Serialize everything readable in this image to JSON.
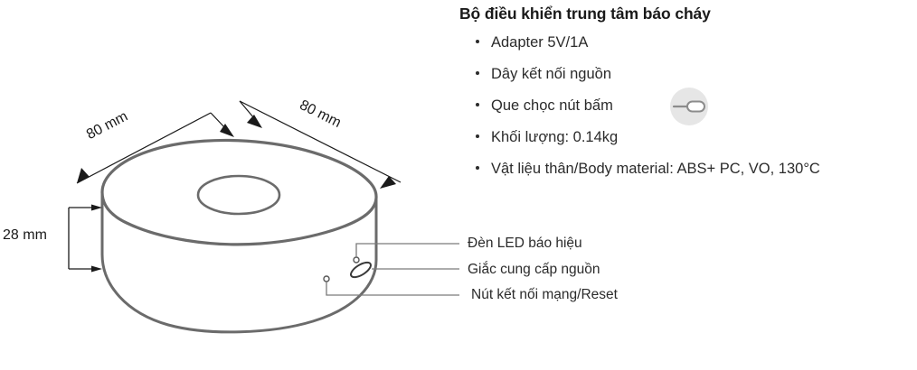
{
  "document": {
    "kind": "product-dimension-diagram",
    "background_color": "#ffffff"
  },
  "spec_panel": {
    "title": "Bộ điều khiển trung tâm báo cháy",
    "items": [
      {
        "text": "Adapter 5V/1A",
        "has_icon": false
      },
      {
        "text": "Dây kết nối nguồn",
        "has_icon": false
      },
      {
        "text": "Que chọc nút bấm",
        "has_icon": true,
        "icon": "sim-eject-pin-icon"
      },
      {
        "text": "Khối lượng: 0.14kg",
        "has_icon": false
      },
      {
        "text": "Vật liệu thân/Body material: ABS+ PC, VO, 130°C",
        "has_icon": false
      }
    ]
  },
  "callouts": [
    {
      "label": "Đèn LED báo hiệu",
      "target": "led-indicator"
    },
    {
      "label": "Giắc cung cấp nguồn",
      "target": "power-jack"
    },
    {
      "label": "Nút kết nối mạng/Reset",
      "target": "reset-button"
    }
  ],
  "dimensions": {
    "height": "28 mm",
    "width_left": "80 mm",
    "width_right": "80 mm"
  },
  "colors": {
    "outline": "#6b6b6b",
    "leader_line": "#7a7a7a",
    "dimension_line": "#1a1a1a",
    "text": "#2b2b2b",
    "title": "#1a1a1a",
    "badge_background": "#e6e6e6",
    "pin_icon": "#8c8c8c"
  }
}
